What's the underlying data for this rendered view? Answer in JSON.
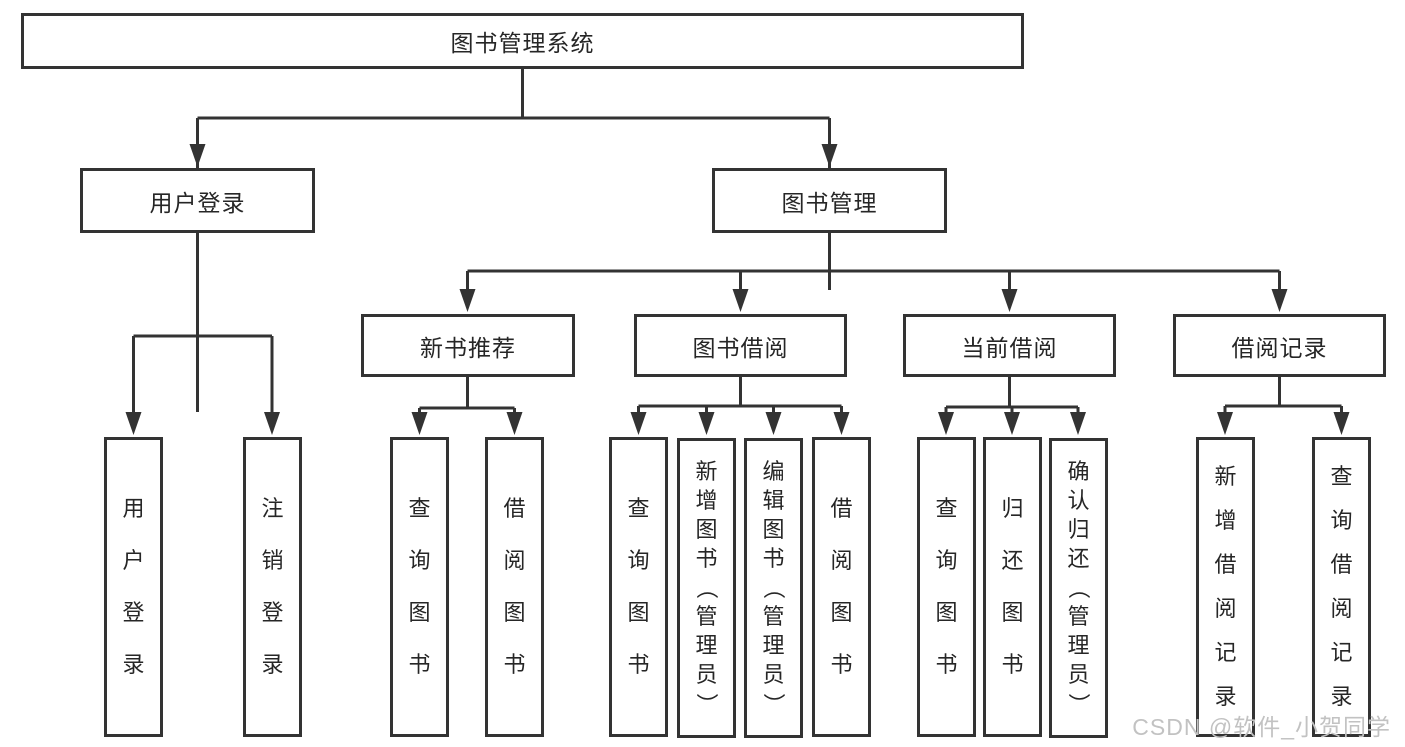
{
  "diagram": {
    "root": {
      "label": "图书管理系统"
    },
    "level2": {
      "user_login": {
        "label": "用户登录"
      },
      "book_mgmt": {
        "label": "图书管理"
      }
    },
    "level3": {
      "new_books": {
        "label": "新书推荐"
      },
      "book_borrow": {
        "label": "图书借阅"
      },
      "current_borrow": {
        "label": "当前借阅"
      },
      "borrow_records": {
        "label": "借阅记录"
      }
    },
    "leaves": {
      "user_login": {
        "label": "用户登录"
      },
      "logout": {
        "label": "注销登录"
      },
      "new_books_query": {
        "label": "查询图书"
      },
      "new_books_borrow": {
        "label": "借阅图书"
      },
      "borrow_query": {
        "label": "查询图书"
      },
      "borrow_add": {
        "label": "新增图书（管理员）"
      },
      "borrow_edit": {
        "label": "编辑图书（管理员）"
      },
      "borrow_borrow": {
        "label": "借阅图书"
      },
      "current_query": {
        "label": "查询图书"
      },
      "current_return": {
        "label": "归还图书"
      },
      "current_confirm": {
        "label": "确认归还（管理员）"
      },
      "records_add": {
        "label": "新增借阅记录"
      },
      "records_query": {
        "label": "查询借阅记录"
      }
    }
  },
  "watermark": {
    "text": "CSDN @软件_小贺同学"
  },
  "colors": {
    "line": "#333333",
    "box_border": "#333333",
    "box_fill": "#ffffff",
    "text": "#262626",
    "watermark": "#c2c2c2",
    "background": "#ffffff"
  }
}
